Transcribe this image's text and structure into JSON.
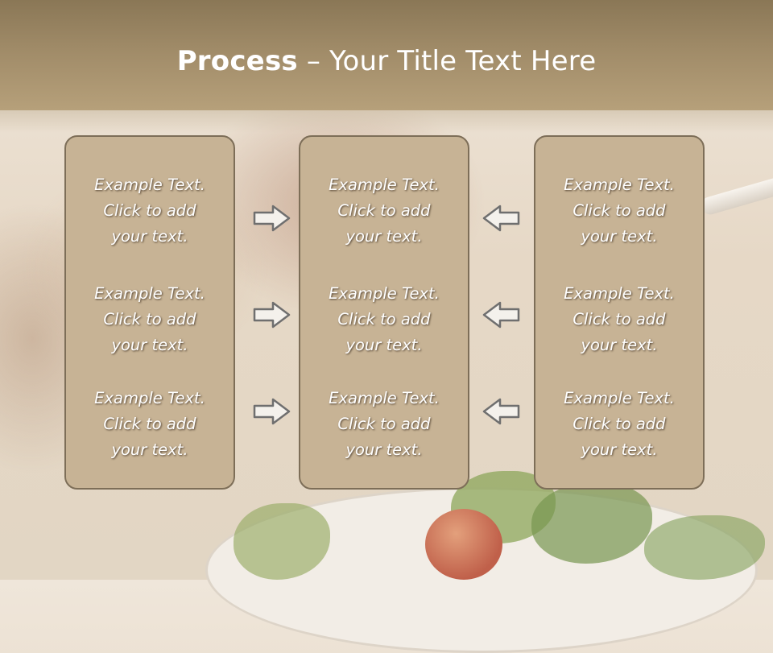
{
  "title": {
    "bold": "Process",
    "rest": " – Your Title Text Here"
  },
  "panels": [
    {
      "blocks": [
        {
          "line1": "Example Text.",
          "line2": "Click  to add",
          "line3": "your text."
        },
        {
          "line1": "Example Text.",
          "line2": "Click  to add",
          "line3": "your text."
        },
        {
          "line1": "Example Text.",
          "line2": "Click  to add",
          "line3": "your text."
        }
      ]
    },
    {
      "blocks": [
        {
          "line1": "Example Text.",
          "line2": "Click  to add",
          "line3": "your text."
        },
        {
          "line1": "Example Text.",
          "line2": "Click  to add",
          "line3": "your text."
        },
        {
          "line1": "Example Text.",
          "line2": "Click  to add",
          "line3": "your text."
        }
      ]
    },
    {
      "blocks": [
        {
          "line1": "Example Text.",
          "line2": "Click  to add",
          "line3": "your text."
        },
        {
          "line1": "Example Text.",
          "line2": "Click  to add",
          "line3": "your text."
        },
        {
          "line1": "Example Text.",
          "line2": "Click  to add",
          "line3": "your text."
        }
      ]
    }
  ],
  "arrows": {
    "left_column": "right-arrow-icon",
    "right_column": "left-arrow-icon"
  },
  "colors": {
    "header": "#a08b68",
    "panel": "#c7b395",
    "panel_border": "#7d6e58",
    "text": "#ffffff"
  }
}
